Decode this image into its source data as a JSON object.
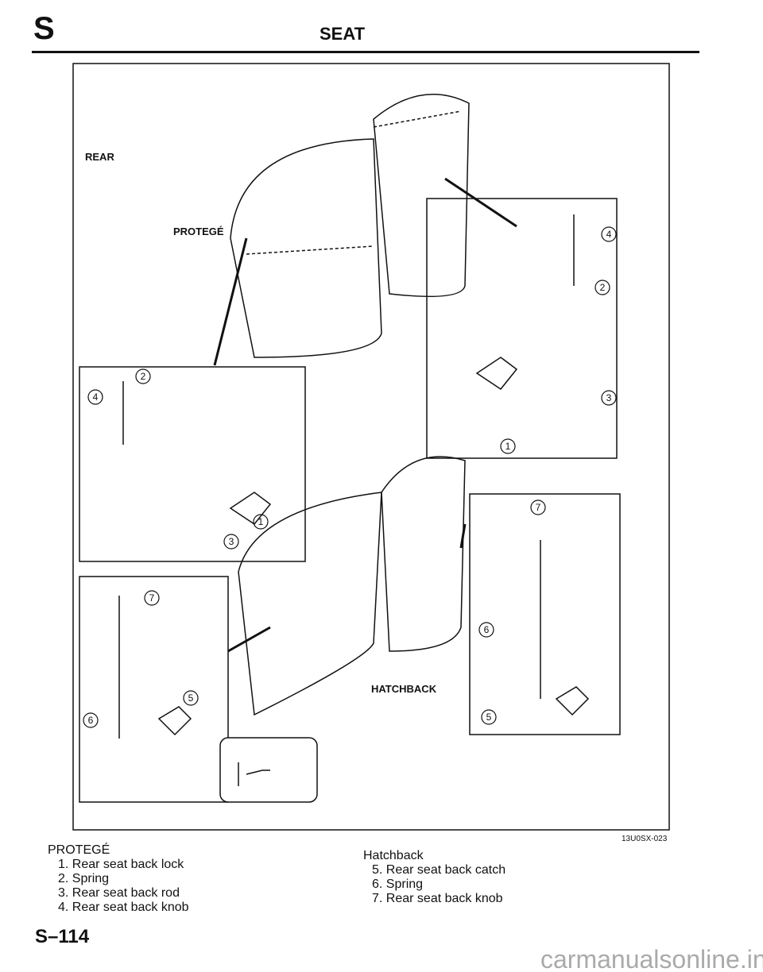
{
  "header": {
    "section_letter": "S",
    "title": "SEAT"
  },
  "figure": {
    "labels": {
      "rear": "REAR",
      "protege": "PROTEGÉ",
      "hatchback": "HATCHBACK"
    },
    "callouts": [
      "1",
      "2",
      "3",
      "4",
      "5",
      "6",
      "7"
    ],
    "code": "13U0SX-023"
  },
  "legend": {
    "protege": {
      "title": "PROTEGÉ",
      "items": [
        "1. Rear seat back lock",
        "2. Spring",
        "3. Rear seat back rod",
        "4. Rear seat back knob"
      ]
    },
    "hatchback": {
      "title": "Hatchback",
      "items": [
        "5. Rear seat back catch",
        "6. Spring",
        "7. Rear seat back knob"
      ]
    }
  },
  "footer": {
    "page_number": "S–114",
    "watermark": "carmanualsonline.info"
  }
}
